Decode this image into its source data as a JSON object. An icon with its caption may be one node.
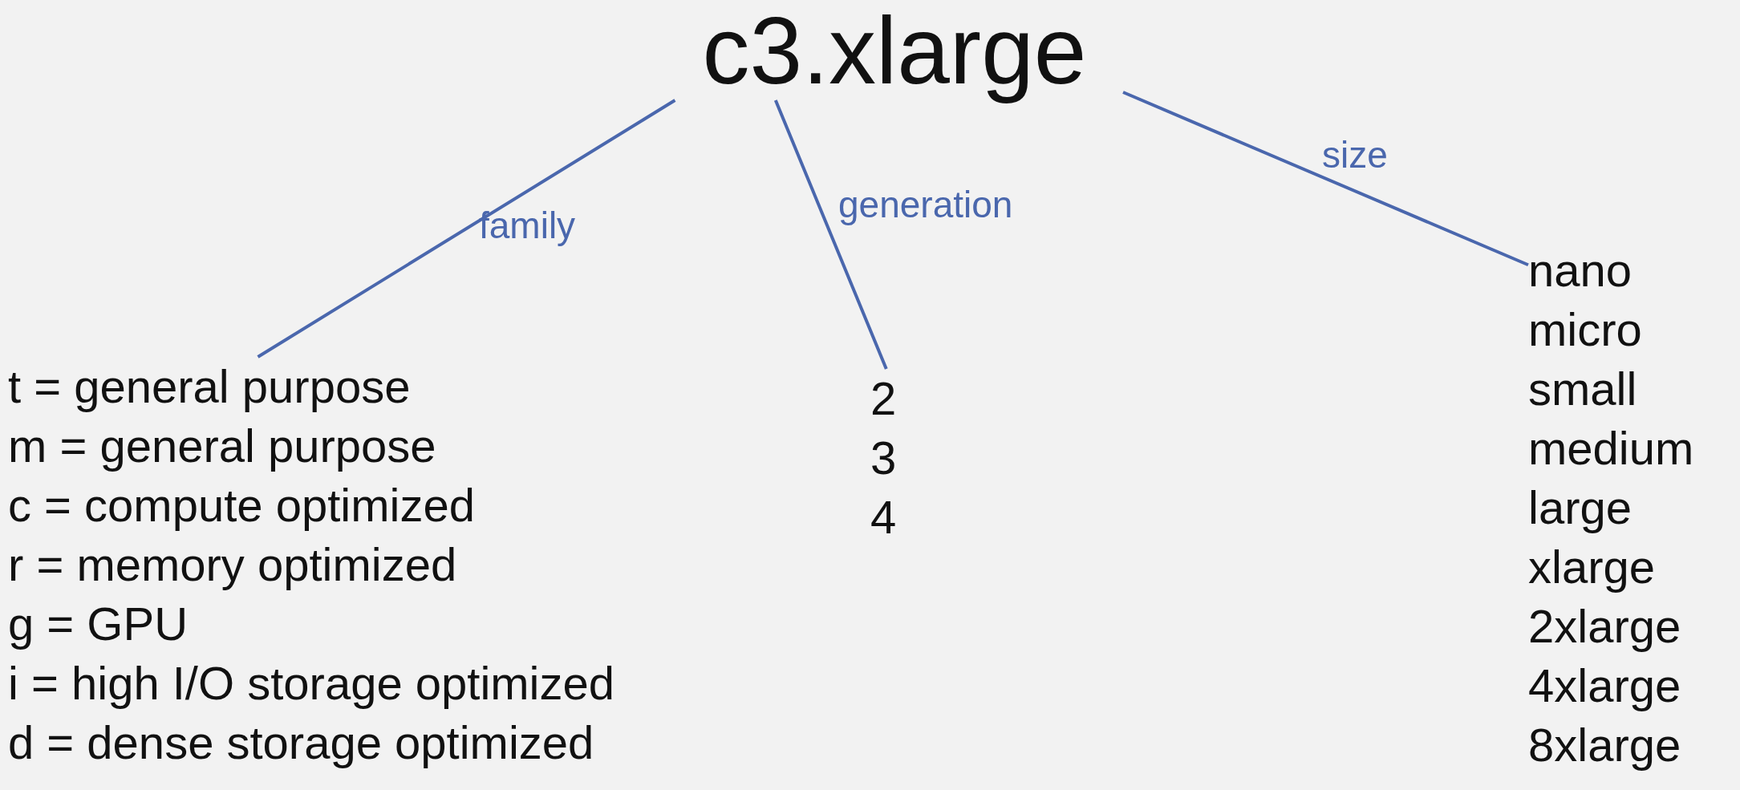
{
  "diagram": {
    "nodes": [
      {
        "text": [
          "c3.xlarge"
        ]
      },
      {
        "text": [
          "t = general purpose",
          "m = general purpose",
          "c = compute optimized",
          "r = memory optimized",
          "g = GPU",
          "i = high I/O storage optimized",
          "d = dense storage optimized"
        ]
      },
      {
        "text": [
          "2",
          "3",
          "4"
        ]
      },
      {
        "text": [
          "nano",
          "micro",
          "small",
          "medium",
          "large",
          "xlarge",
          "2xlarge",
          "4xlarge",
          "8xlarge"
        ]
      }
    ],
    "edges": [
      {
        "from": 0,
        "to": 1,
        "arrow": "none",
        "label": "family"
      },
      {
        "from": 0,
        "to": 2,
        "arrow": "none",
        "label": "generation"
      },
      {
        "from": 0,
        "to": 3,
        "arrow": "none",
        "label": "size"
      }
    ]
  }
}
